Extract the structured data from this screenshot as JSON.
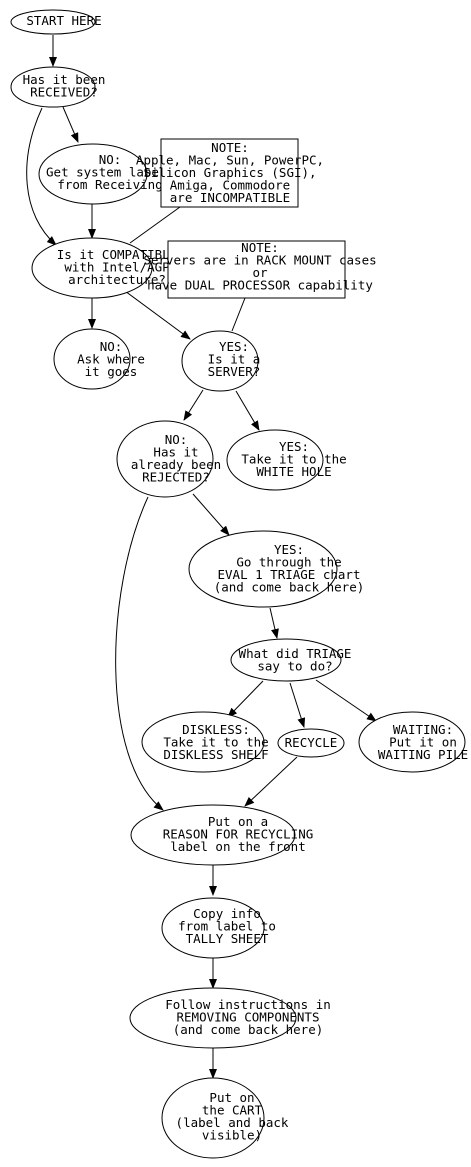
{
  "nodes": {
    "start": {
      "lines": [
        "START HERE"
      ]
    },
    "received": {
      "lines": [
        "Has it been",
        "RECEIVED?"
      ]
    },
    "no_get_labels": {
      "lines": [
        "NO:",
        "Get system labels",
        "from Receiving"
      ]
    },
    "note_incompatible": {
      "lines": [
        "NOTE:",
        "Apple, Mac, Sun, PowerPC,",
        "Silicon Graphics (SGI),",
        "Amiga, Commodore",
        "are INCOMPATIBLE"
      ]
    },
    "compatible": {
      "lines": [
        "Is it COMPATIBLE",
        "with Intel/AGP",
        "architecture?"
      ]
    },
    "note_servers": {
      "lines": [
        "NOTE:",
        "Servers are in RACK MOUNT cases",
        "or",
        "have DUAL PROCESSOR capability"
      ]
    },
    "no_ask": {
      "lines": [
        "NO:",
        "Ask where",
        "it goes"
      ]
    },
    "yes_server": {
      "lines": [
        "YES:",
        "Is it a",
        "SERVER?"
      ]
    },
    "no_rejected": {
      "lines": [
        "NO:",
        "Has it",
        "already been",
        "REJECTED?"
      ]
    },
    "yes_white_hole": {
      "lines": [
        "YES:",
        "Take it to the",
        "WHITE HOLE"
      ]
    },
    "yes_eval": {
      "lines": [
        "YES:",
        "Go through the",
        "EVAL 1 TRIAGE chart",
        "(and come back here)"
      ]
    },
    "triage": {
      "lines": [
        "What did TRIAGE",
        "say to do?"
      ]
    },
    "diskless": {
      "lines": [
        "DISKLESS:",
        "Take it to the",
        "DISKLESS SHELF"
      ]
    },
    "recycle": {
      "lines": [
        "RECYCLE"
      ]
    },
    "waiting": {
      "lines": [
        "WAITING:",
        "Put it on",
        "WAITING PILE"
      ]
    },
    "reason_label": {
      "lines": [
        "Put on a",
        "REASON FOR RECYCLING",
        "label on the front"
      ]
    },
    "copy_info": {
      "lines": [
        "Copy info",
        "from label to",
        "TALLY SHEET"
      ]
    },
    "removing": {
      "lines": [
        "Follow instructions in",
        "REMOVING COMPONENTS",
        "(and come back here)"
      ]
    },
    "cart": {
      "lines": [
        "Put on",
        "the CART",
        "(label and back",
        "visible)"
      ]
    }
  }
}
